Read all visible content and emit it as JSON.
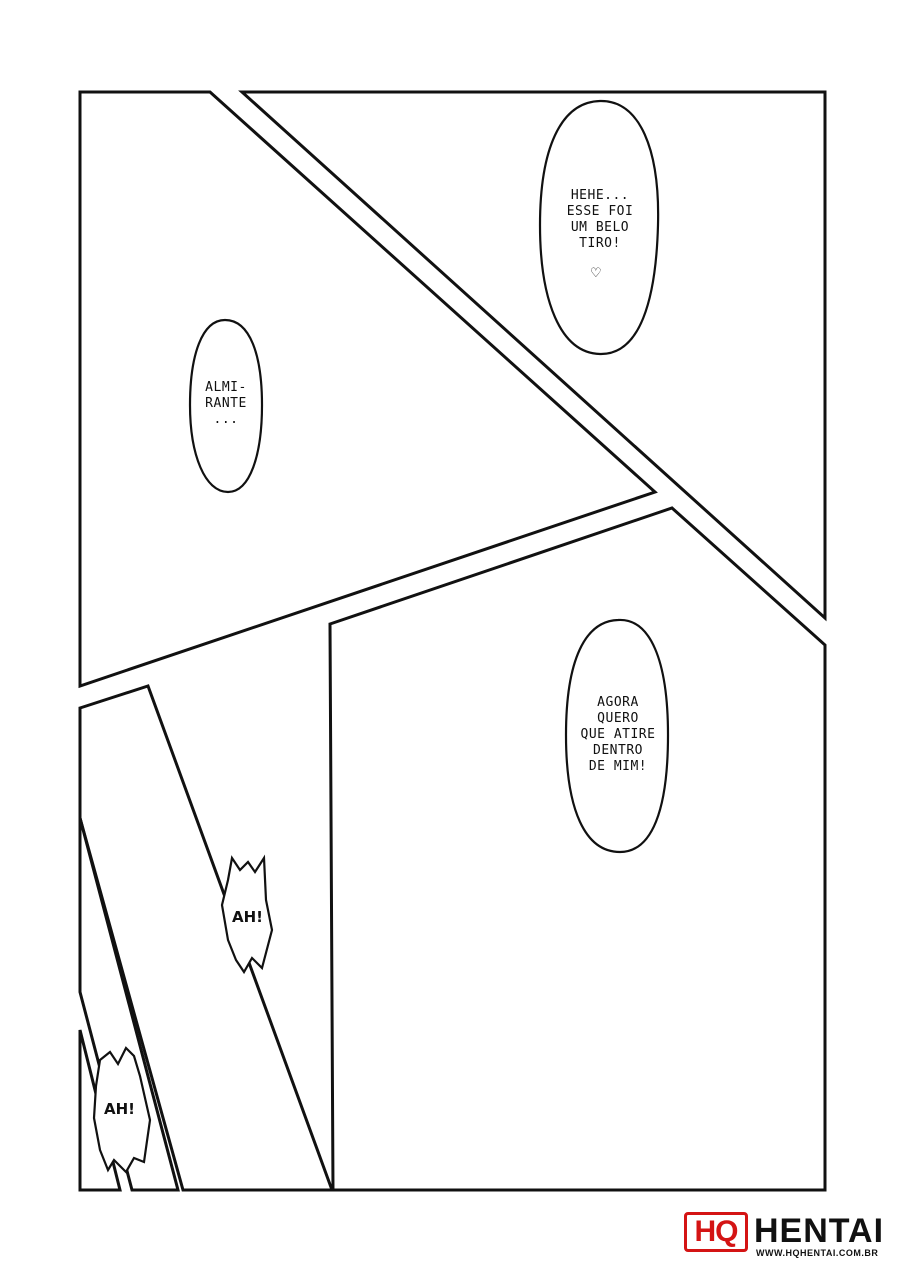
{
  "balloons": {
    "hehe": [
      "HEHE...",
      "ESSE FOI",
      "UM BELO",
      "TIRO!"
    ],
    "hehe_heart": "♡",
    "almirante": [
      "ALMI-",
      "RANTE",
      "..."
    ],
    "agora": [
      "AGORA",
      "QUERO",
      "QUE ATIRE",
      "DENTRO",
      "DE MIM!"
    ]
  },
  "sfx": {
    "ah_upper": "AH!",
    "ah_lower": "AH!"
  },
  "watermark": {
    "badge": "HQ",
    "name": "HENTAI",
    "url": "WWW.HQHENTAI.COM.BR",
    "badge_color": "#d41414"
  }
}
